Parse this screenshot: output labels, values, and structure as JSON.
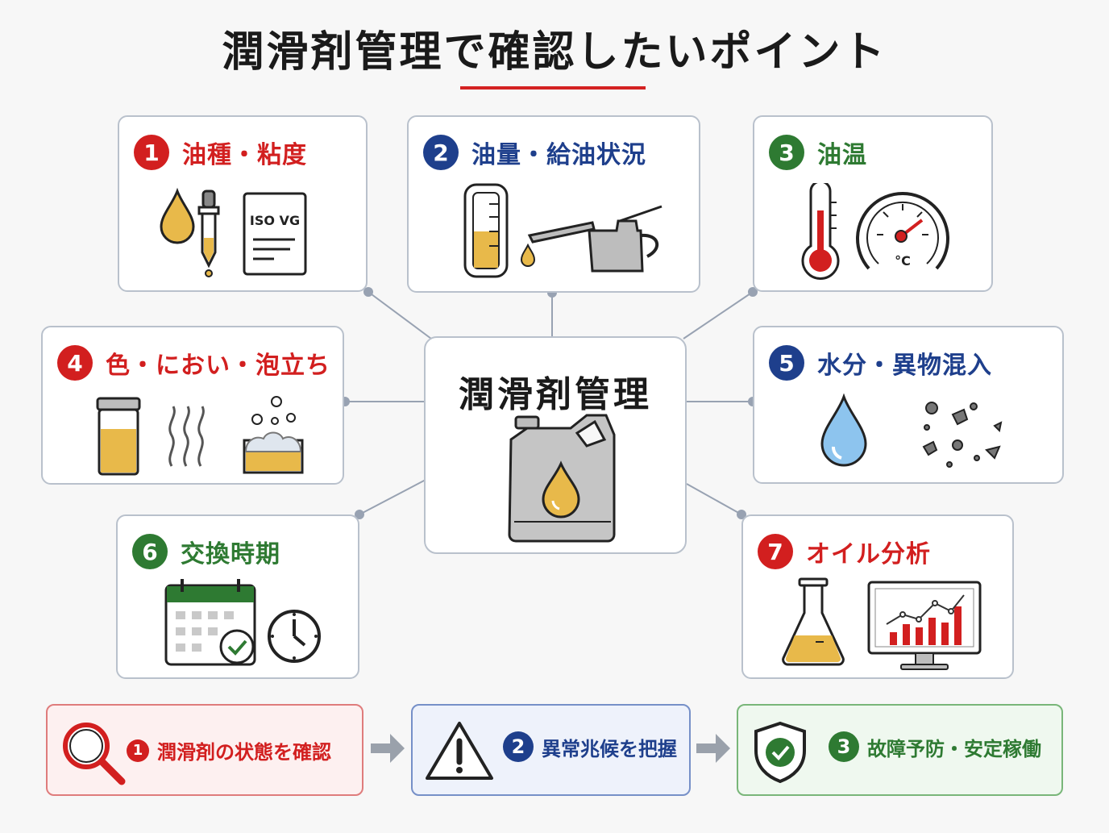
{
  "title": "潤滑剤管理で確認したいポイント",
  "center": {
    "title": "潤滑剤管理"
  },
  "cards": [
    {
      "number": "1",
      "title": "油種・粘度",
      "color": "red",
      "doc_text": "ISO VG"
    },
    {
      "number": "2",
      "title": "油量・給油状況",
      "color": "blue"
    },
    {
      "number": "3",
      "title": "油温",
      "color": "green",
      "gauge_unit": "°C"
    },
    {
      "number": "4",
      "title": "色・におい・泡立ち",
      "color": "red"
    },
    {
      "number": "5",
      "title": "水分・異物混入",
      "color": "blue"
    },
    {
      "number": "6",
      "title": "交換時期",
      "color": "green"
    },
    {
      "number": "7",
      "title": "オイル分析",
      "color": "red"
    }
  ],
  "flow": [
    {
      "number": "1",
      "label": "潤滑剤の状態を確認",
      "color": "#d21f1f"
    },
    {
      "number": "2",
      "label": "異常兆候を把握",
      "color": "#1e3f8c"
    },
    {
      "number": "3",
      "label": "故障予防・安定稼働",
      "color": "#2e7a32"
    }
  ],
  "colors": {
    "red": "#d21f1f",
    "blue": "#1e3f8c",
    "green": "#2e7a32",
    "oil": "#e8b94a"
  }
}
